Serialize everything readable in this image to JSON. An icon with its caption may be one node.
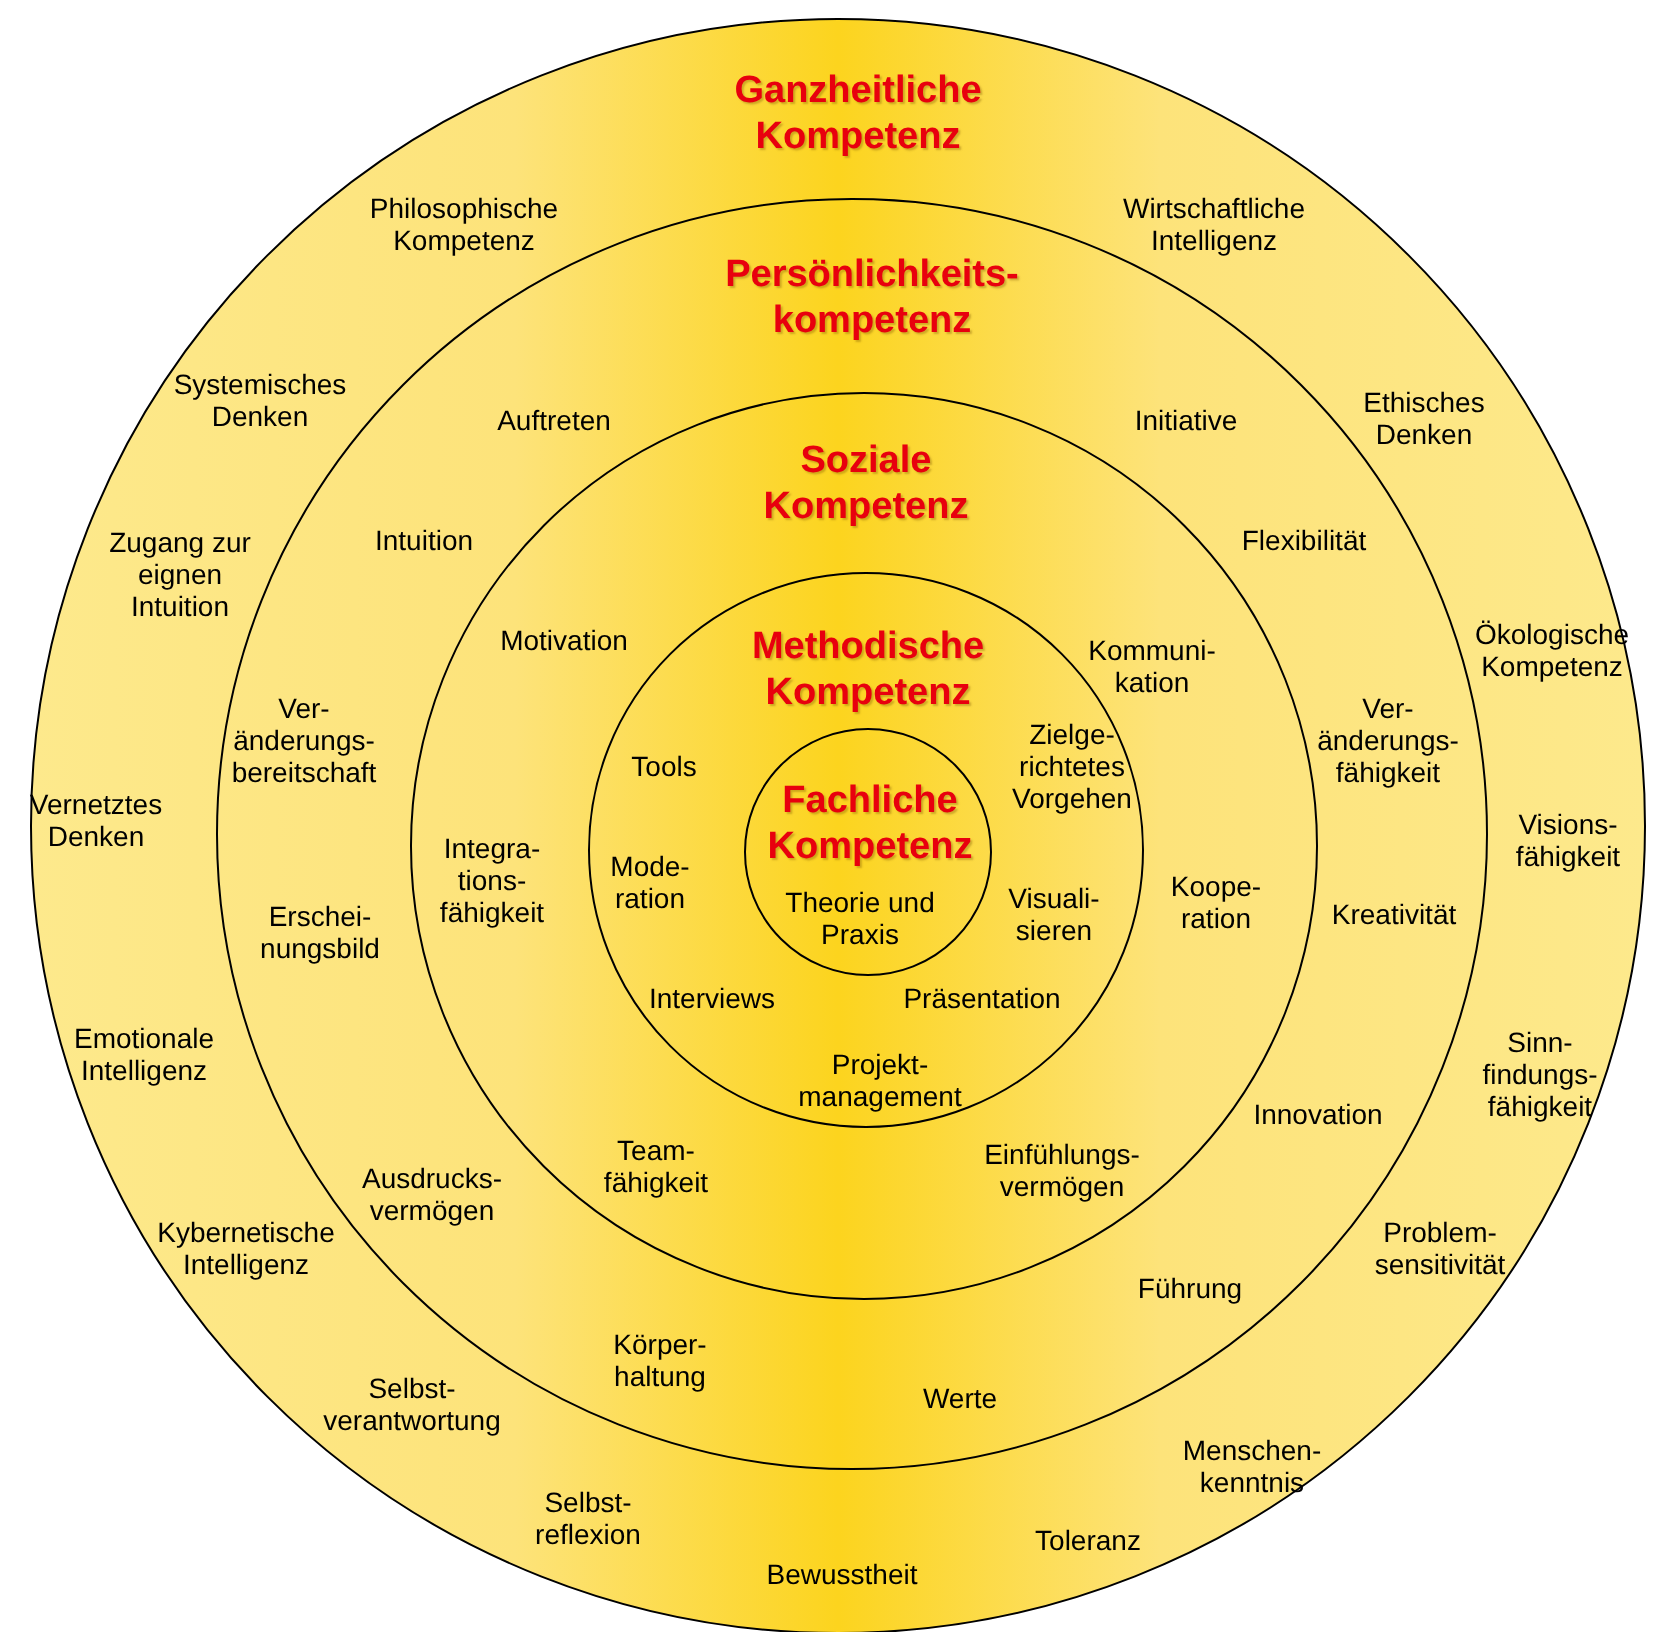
{
  "diagram": {
    "nodes": [
      {
        "text": [
          "Ganzheitliche Kompetenz"
        ]
      },
      {
        "text": [
          "Persönlichkeits- kompetenz"
        ],
        "in": 0
      },
      {
        "text": [
          "Soziale Kompetenz"
        ],
        "in": 1
      },
      {
        "text": [
          "Methodische Kompetenz"
        ],
        "in": 2
      },
      {
        "text": [
          "Fachliche Kompetenz"
        ],
        "in": 3
      }
    ],
    "labels": [
      "Philosophische Kompetenz",
      "Wirtschaftliche Intelligenz",
      "Systemisches Denken",
      "Ethisches Denken",
      "Zugang zur eignen Intuition",
      "Ökologische Kompetenz",
      "Vernetztes Denken",
      "Visions- fähigkeit",
      "Emotionale Intelligenz",
      "Sinn- findungs- fähigkeit",
      "Kybernetische Intelligenz",
      "Problem- sensitivität",
      "Selbst- verantwortung",
      "Menschen- kenntnis",
      "Selbst- reflexion",
      "Toleranz",
      "Bewusstheit",
      "Auftreten",
      "Initiative",
      "Intuition",
      "Flexibilität",
      "Ver- änderungs- bereitschaft",
      "Ver- änderungs- fähigkeit",
      "Erschei- nungsbild",
      "Kreativität",
      "Innovation",
      "Ausdrucks- vermögen",
      "Führung",
      "Körper- haltung",
      "Werte",
      "Motivation",
      "Kommuni- kation",
      "Integra- tions- fähigkeit",
      "Koope- ration",
      "Team- fähigkeit",
      "Einfühlungs- vermögen",
      "Tools",
      "Zielge- richtetes Vorgehen",
      "Mode- ration",
      "Visuali- sieren",
      "Interviews",
      "Präsentation",
      "Projekt- management",
      "Theorie und Praxis"
    ]
  }
}
